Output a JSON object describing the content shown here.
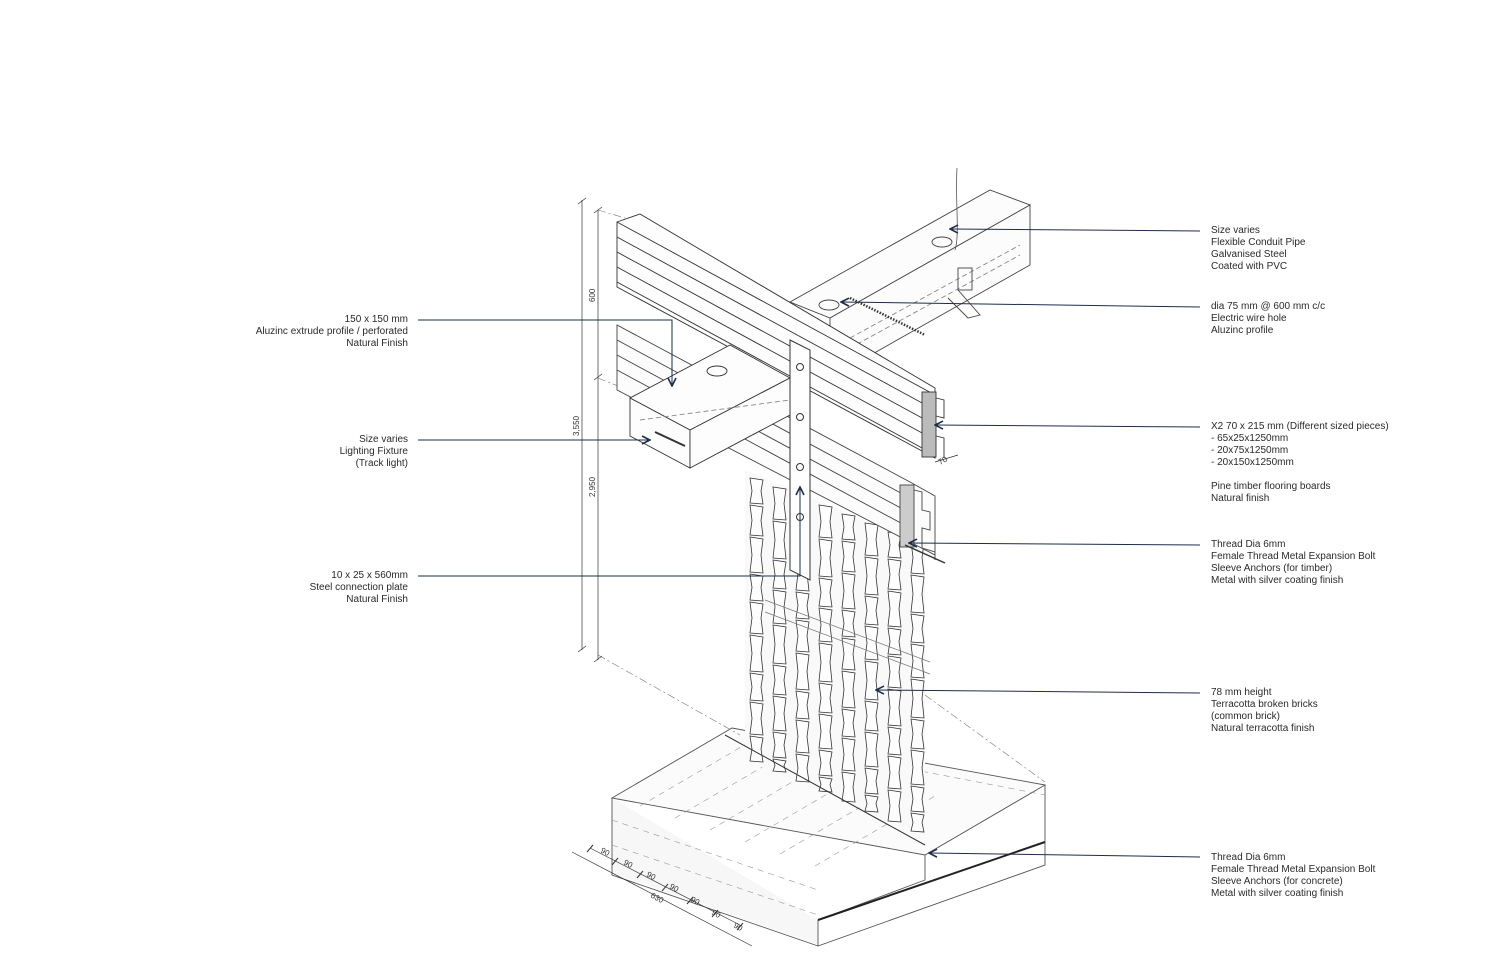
{
  "labels": {
    "aluzinc_profile": [
      "150 x 150 mm",
      "Aluzinc extrude profile / perforated",
      "Natural Finish"
    ],
    "lighting_fixture": [
      "Size varies",
      "Lighting Fixture",
      "(Track light)"
    ],
    "connection_plate": [
      "10 x 25 x 560mm",
      "Steel connection plate",
      "Natural Finish"
    ],
    "conduit_pipe": [
      "Size varies",
      "Flexible Conduit Pipe",
      "Galvanised Steel",
      "Coated with PVC"
    ],
    "wire_hole": [
      "dia 75 mm @  600 mm c/c",
      "Electric wire hole",
      "Aluzinc profile"
    ],
    "timber_pieces": [
      "X2 70 x 215 mm (Different sized pieces)",
      "-    65x25x1250mm",
      "-    20x75x1250mm",
      "-    20x150x1250mm",
      "",
      "Pine timber flooring boards",
      "Natural finish"
    ],
    "bolt_timber": [
      "Thread Dia 6mm",
      "Female Thread Metal Expansion Bolt",
      "Sleeve Anchors (for timber)",
      "Metal with silver coating finish"
    ],
    "bricks": [
      "78 mm height",
      "Terracotta broken bricks",
      "(common brick)",
      "Natural terracotta finish"
    ],
    "bolt_concrete": [
      "Thread Dia 6mm",
      "Female Thread Metal Expansion Bolt",
      "Sleeve Anchors (for concrete)",
      "Metal with silver coating finish"
    ]
  },
  "dimensions": {
    "overall_height": "3,550",
    "top_beam": "600",
    "column_height": "2,950",
    "timber_depth": "70",
    "base_total": "630",
    "base_module": "90"
  },
  "colors": {
    "leader": "#1e2d4a",
    "line": "#555555"
  }
}
